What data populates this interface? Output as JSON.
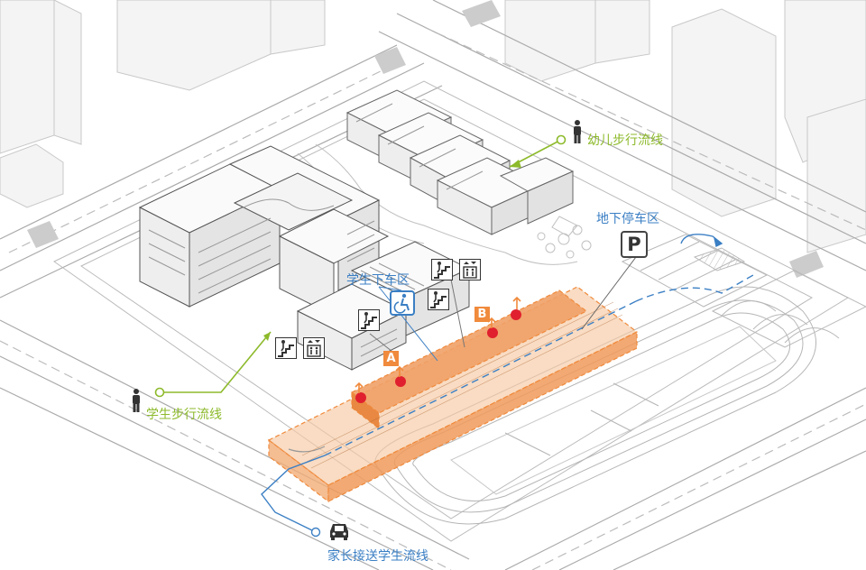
{
  "labels": {
    "kindergarten_walk": "幼儿步行流线",
    "underground_parking": "地下停车区",
    "student_dropoff": "学生下车区",
    "student_walk": "学生步行流线",
    "parent_pickup": "家长接送学生流线"
  },
  "markers": {
    "a": "A",
    "b": "B",
    "parking": "P"
  },
  "colors": {
    "kindergarten_flow": "#8dba2b",
    "vehicle_flow": "#3b7fc4",
    "dropoff_zone": "#f08a3c",
    "access_point": "#e0202e",
    "linework": "#9a9a9a"
  },
  "icons": [
    "pedestrian-icon",
    "stairs-icon",
    "elevator-icon",
    "wheelchair-icon",
    "parking-icon",
    "car-icon",
    "up-arrow-icon"
  ]
}
